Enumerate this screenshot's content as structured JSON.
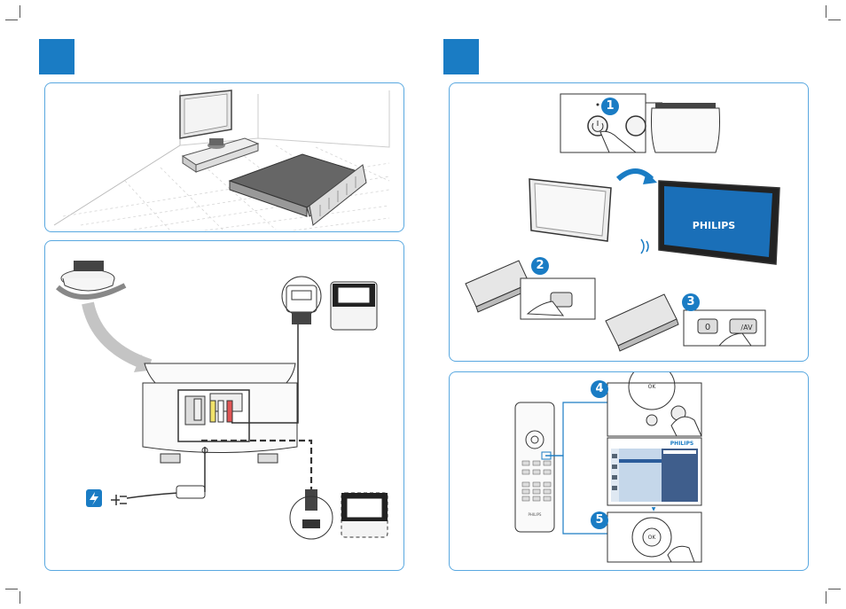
{
  "brand": {
    "tv_logo": "PHILIPS",
    "menu_header": "PHILIPS",
    "remote_logo": "PHILIPS"
  },
  "steps": [
    "1",
    "2",
    "3",
    "4",
    "5"
  ],
  "keys": {
    "zero": "0",
    "ok": "OK",
    "av_label": "/AV"
  },
  "colors": {
    "accent": "#1a7cc4",
    "panel_border": "#59a8e0",
    "tv_screen": "#1a6fb8"
  },
  "icons": [
    "power-icon",
    "power-plug-icon",
    "rotate-arrow-icon",
    "hand-icon",
    "scart-connector-icon",
    "hdmi-connector-icon",
    "composite-av-connector-icon"
  ]
}
